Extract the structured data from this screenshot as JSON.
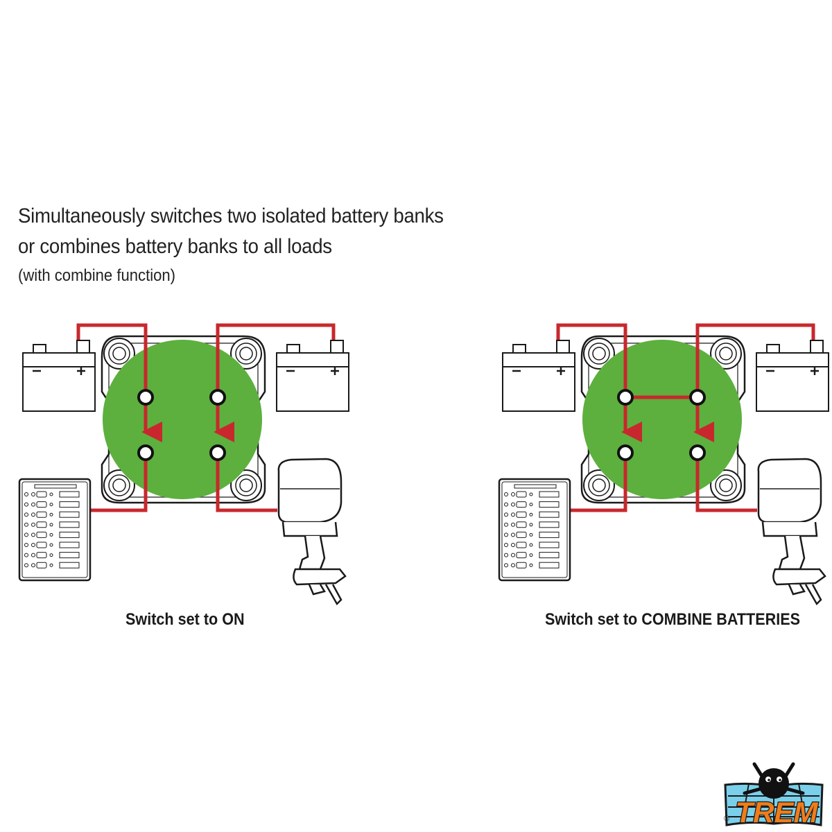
{
  "intro": {
    "line1": "Simultaneously switches two isolated battery banks",
    "line2": "or combines battery banks to all loads",
    "line3": "(with combine function)"
  },
  "panels": [
    {
      "id": "on",
      "caption": "Switch set to ON",
      "bridge": false
    },
    {
      "id": "combine",
      "caption": "Switch set to COMBINE BATTERIES",
      "bridge": true
    }
  ],
  "colors": {
    "wire": "#c8282d",
    "switch_face": "#5db03e",
    "outline": "#1a1a1a",
    "logo_orange": "#f07d1a"
  },
  "logo": {
    "text": "TREM",
    "mark": "®"
  }
}
